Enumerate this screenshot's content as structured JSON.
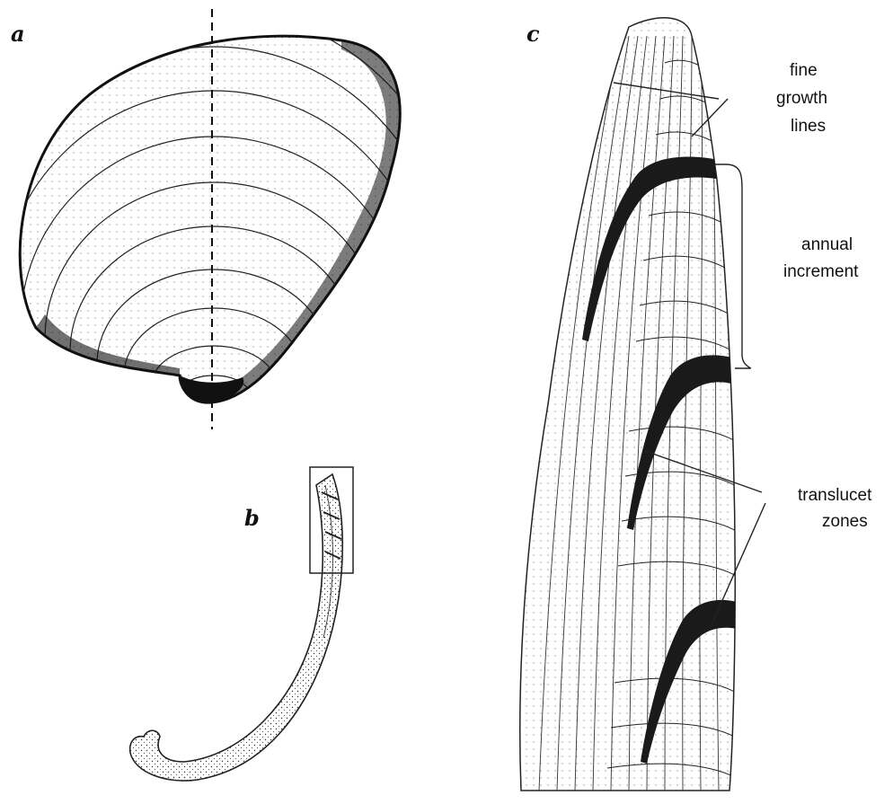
{
  "panels": {
    "a": {
      "letter": "a"
    },
    "b": {
      "letter": "b"
    },
    "c": {
      "letter": "c"
    }
  },
  "labels": {
    "fine_growth_lines": [
      "fine",
      "growth",
      "lines"
    ],
    "annual_increment": [
      "annual",
      "increment"
    ],
    "translucent_zones": [
      "translucet",
      "zones"
    ]
  },
  "colors": {
    "ink": "#111111",
    "paper": "#ffffff",
    "band": "#222222"
  }
}
